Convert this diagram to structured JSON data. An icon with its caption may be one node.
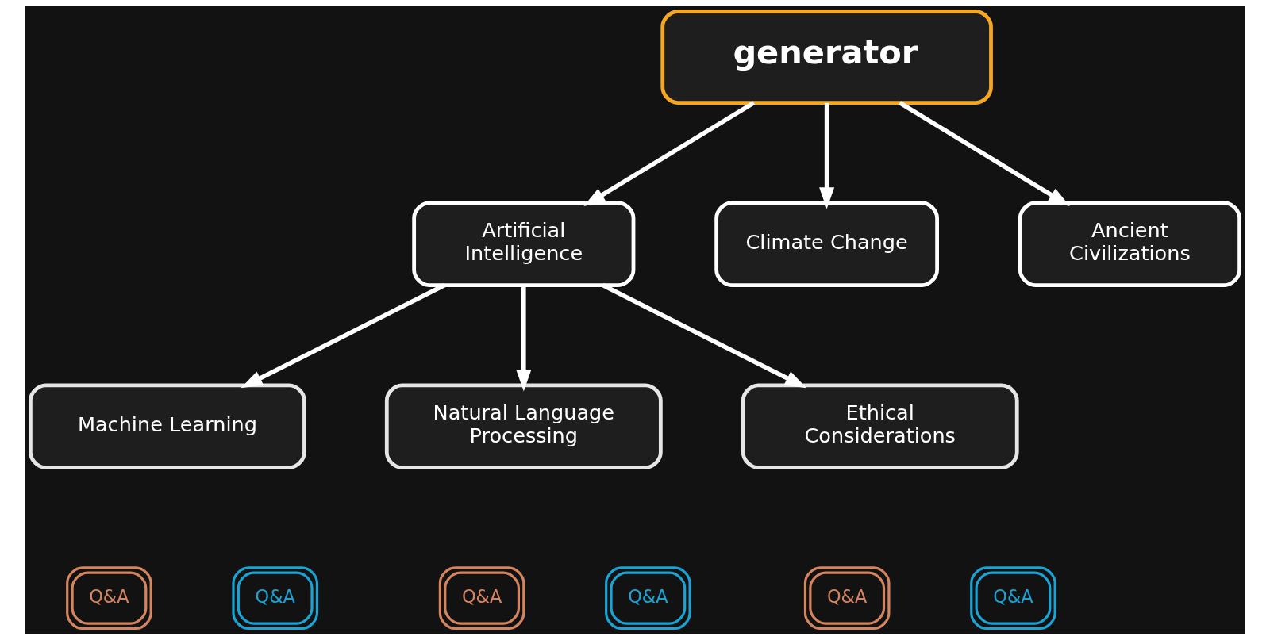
{
  "diagram": {
    "nodes": [
      {
        "text": [
          "generator"
        ]
      },
      {
        "text": [
          "Artificial Intelligence"
        ]
      },
      {
        "text": [
          "Climate Change"
        ]
      },
      {
        "text": [
          "Ancient Civilizations"
        ]
      },
      {
        "text": [
          "Machine Learning"
        ]
      },
      {
        "text": [
          "Natural Language Processing"
        ]
      },
      {
        "text": [
          "Ethical Considerations"
        ]
      },
      {
        "text": [
          "Q&A"
        ]
      },
      {
        "text": [
          "Q&A"
        ]
      },
      {
        "text": [
          "Q&A"
        ]
      },
      {
        "text": [
          "Q&A"
        ]
      },
      {
        "text": [
          "Q&A"
        ]
      },
      {
        "text": [
          "Q&A"
        ]
      }
    ],
    "edges": [
      {
        "from": 0,
        "to": 1,
        "arrow": "to"
      },
      {
        "from": 0,
        "to": 2,
        "arrow": "to"
      },
      {
        "from": 0,
        "to": 3,
        "arrow": "to"
      },
      {
        "from": 1,
        "to": 4,
        "arrow": "to"
      },
      {
        "from": 1,
        "to": 5,
        "arrow": "to"
      },
      {
        "from": 1,
        "to": 6,
        "arrow": "to"
      }
    ]
  }
}
